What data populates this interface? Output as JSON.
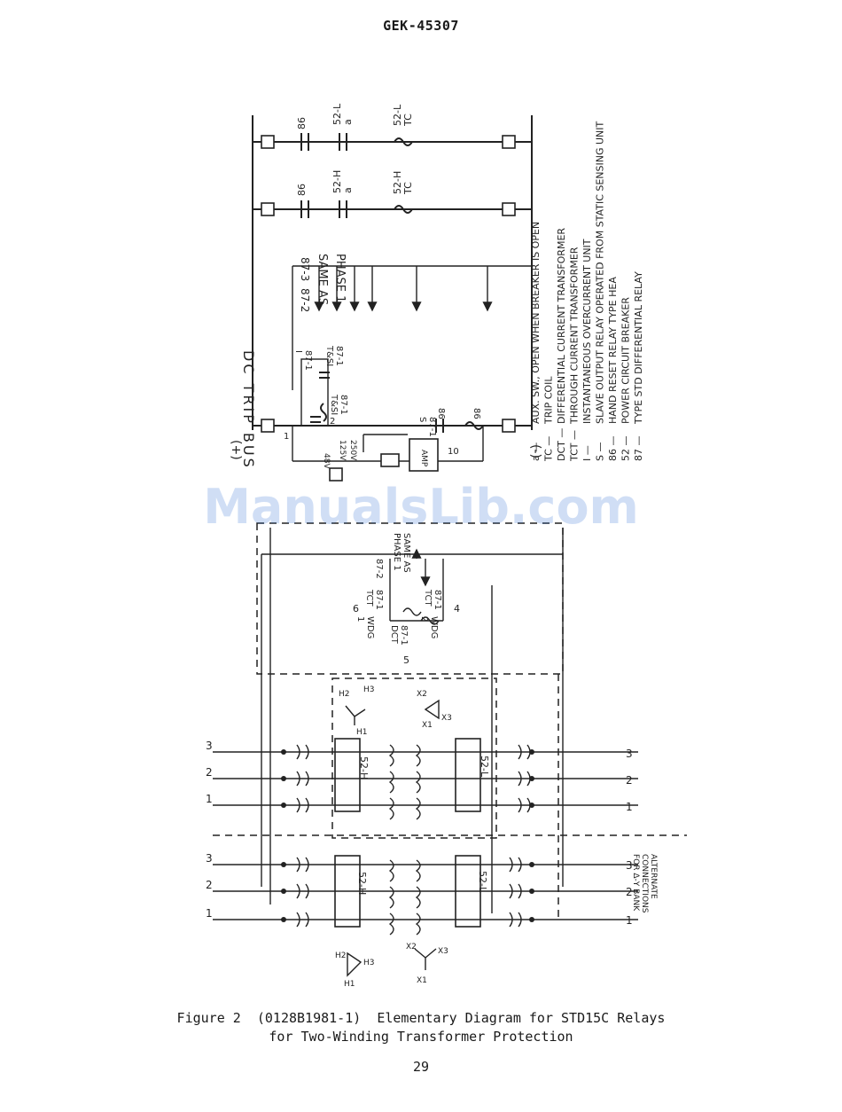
{
  "document": {
    "id": "GEK-45307",
    "watermark": "ManualsLib.com",
    "caption_line1": "Figure 2  (0128B1981-1)  Elementary Diagram for STD15C Relays",
    "caption_line2": "for Two-Winding Transformer Protection",
    "page_number": "29"
  },
  "dc_circuit": {
    "bus_label": "DC TRIP BUS",
    "positive": "(+)",
    "negative": "(-)",
    "branch1": {
      "contact": "86",
      "aux": "52-L\na",
      "coil": "52-L\nTC"
    },
    "branch2": {
      "contact": "86",
      "aux": "52-H\na",
      "coil": "52-H\nTC"
    },
    "same_as_phase1": [
      "87-2",
      "87-3",
      "SAME AS",
      "PHASE 1"
    ],
    "relay_labels": {
      "i_contact": "87-1\nI",
      "ts_contact": "87-1\nT&SI",
      "ts_coil": "87-1\nT&SI",
      "s_coil": "87-1\nS",
      "hr_contact": "86",
      "hr_coil": "86",
      "amp": "AMP",
      "v48": "48V",
      "v125": "125V",
      "v250": "250V",
      "n1": "1",
      "n2": "2",
      "n10": "10"
    }
  },
  "legend": [
    {
      "code": "a",
      "desc": "AUX. SW., OPEN WHEN BREAKER IS OPEN"
    },
    {
      "code": "TC",
      "desc": "TRIP COIL"
    },
    {
      "code": "DCT",
      "desc": "DIFFERENTIAL CURRENT TRANSFORMER"
    },
    {
      "code": "TCT",
      "desc": "THROUGH CURRENT TRANSFORMER"
    },
    {
      "code": "I",
      "desc": "INSTANTANEOUS OVERCURRENT UNIT"
    },
    {
      "code": "S",
      "desc": "SLAVE OUTPUT RELAY OPERATED FROM STATIC SENSING UNIT"
    },
    {
      "code": "86",
      "desc": "HAND RESET RELAY TYPE HEA"
    },
    {
      "code": "52",
      "desc": "POWER CIRCUIT BREAKER"
    },
    {
      "code": "87",
      "desc": "TYPE STD DIFFERENTIAL RELAY"
    }
  ],
  "ac_circuit": {
    "breaker_h": "52-H",
    "breaker_l": "52-L",
    "h_terms": [
      "H1",
      "H2",
      "H3"
    ],
    "x_terms": [
      "X1",
      "X2",
      "X3"
    ],
    "phases": [
      "1",
      "2",
      "3"
    ],
    "relay": {
      "wdg1": "WDG\n1",
      "wdg2": "WDG\n2",
      "tct1": "87-1\nTCT",
      "tct2": "87-1\nTCT",
      "dct": "87-1\nDCT",
      "r87_2": "87-2",
      "same_as": "SAME AS\nPHASE 1",
      "n4": "4",
      "n5": "5",
      "n6": "6"
    },
    "alt_note": "ALTERNATE\nCONNECTIONS\nFOR Δ-Y BANK"
  }
}
